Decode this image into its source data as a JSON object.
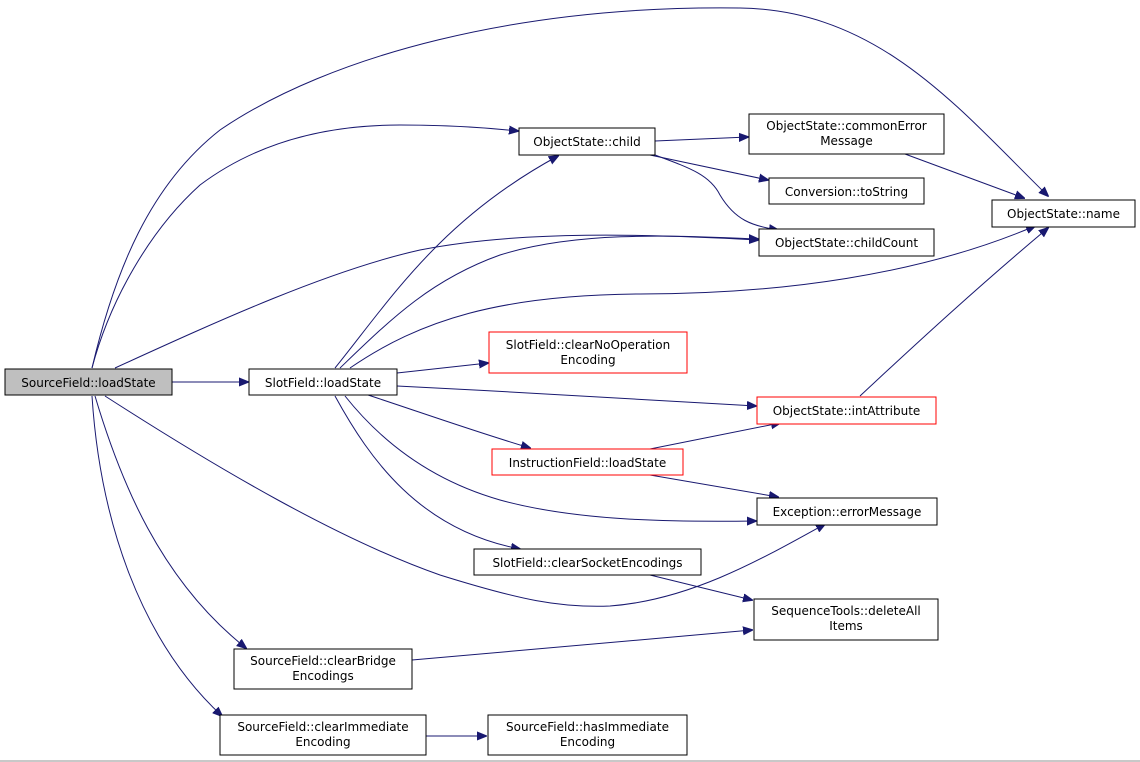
{
  "colors": {
    "edge": "#191970",
    "node_border_default": "#000000",
    "node_border_truncated": "#ff0000",
    "node_fill_root": "#bfbfbf",
    "node_fill_default": "#ffffff"
  },
  "nodes": {
    "sf_load": {
      "lines": [
        "SourceField::loadState"
      ],
      "status": "root"
    },
    "slot_load": {
      "lines": [
        "SlotField::loadState"
      ],
      "status": "normal"
    },
    "os_child": {
      "lines": [
        "ObjectState::child"
      ],
      "status": "normal"
    },
    "os_common": {
      "lines": [
        "ObjectState::commonError",
        "Message"
      ],
      "status": "normal"
    },
    "conv_tostring": {
      "lines": [
        "Conversion::toString"
      ],
      "status": "normal"
    },
    "os_name": {
      "lines": [
        "ObjectState::name"
      ],
      "status": "normal"
    },
    "os_childcount": {
      "lines": [
        "ObjectState::childCount"
      ],
      "status": "normal"
    },
    "slot_clearnoop": {
      "lines": [
        "SlotField::clearNoOperation",
        "Encoding"
      ],
      "status": "truncated"
    },
    "os_intattr": {
      "lines": [
        "ObjectState::intAttribute"
      ],
      "status": "truncated"
    },
    "if_load": {
      "lines": [
        "InstructionField::loadState"
      ],
      "status": "truncated"
    },
    "exc_errmsg": {
      "lines": [
        "Exception::errorMessage"
      ],
      "status": "normal"
    },
    "slot_clearsocket": {
      "lines": [
        "SlotField::clearSocketEncodings"
      ],
      "status": "normal"
    },
    "seq_deleteall": {
      "lines": [
        "SequenceTools::deleteAll",
        "Items"
      ],
      "status": "normal"
    },
    "sf_clearbridge": {
      "lines": [
        "SourceField::clearBridge",
        "Encodings"
      ],
      "status": "normal"
    },
    "sf_clearimm": {
      "lines": [
        "SourceField::clearImmediate",
        "Encoding"
      ],
      "status": "normal"
    },
    "sf_hasimm": {
      "lines": [
        "SourceField::hasImmediate",
        "Encoding"
      ],
      "status": "normal"
    }
  },
  "edges": [
    {
      "from": "sf_load",
      "to": "os_name"
    },
    {
      "from": "sf_load",
      "to": "os_child"
    },
    {
      "from": "sf_load",
      "to": "os_childcount"
    },
    {
      "from": "sf_load",
      "to": "slot_load"
    },
    {
      "from": "sf_load",
      "to": "exc_errmsg"
    },
    {
      "from": "sf_load",
      "to": "sf_clearbridge"
    },
    {
      "from": "sf_load",
      "to": "sf_clearimm"
    },
    {
      "from": "slot_load",
      "to": "os_child"
    },
    {
      "from": "slot_load",
      "to": "os_childcount"
    },
    {
      "from": "slot_load",
      "to": "os_name"
    },
    {
      "from": "slot_load",
      "to": "slot_clearnoop"
    },
    {
      "from": "slot_load",
      "to": "os_intattr"
    },
    {
      "from": "slot_load",
      "to": "if_load"
    },
    {
      "from": "slot_load",
      "to": "exc_errmsg"
    },
    {
      "from": "slot_load",
      "to": "slot_clearsocket"
    },
    {
      "from": "os_child",
      "to": "os_common"
    },
    {
      "from": "os_child",
      "to": "conv_tostring"
    },
    {
      "from": "os_child",
      "to": "os_childcount"
    },
    {
      "from": "os_common",
      "to": "os_name"
    },
    {
      "from": "os_intattr",
      "to": "os_name"
    },
    {
      "from": "if_load",
      "to": "os_intattr"
    },
    {
      "from": "if_load",
      "to": "exc_errmsg"
    },
    {
      "from": "slot_clearsocket",
      "to": "seq_deleteall"
    },
    {
      "from": "sf_clearbridge",
      "to": "seq_deleteall"
    },
    {
      "from": "sf_clearimm",
      "to": "sf_hasimm"
    }
  ]
}
